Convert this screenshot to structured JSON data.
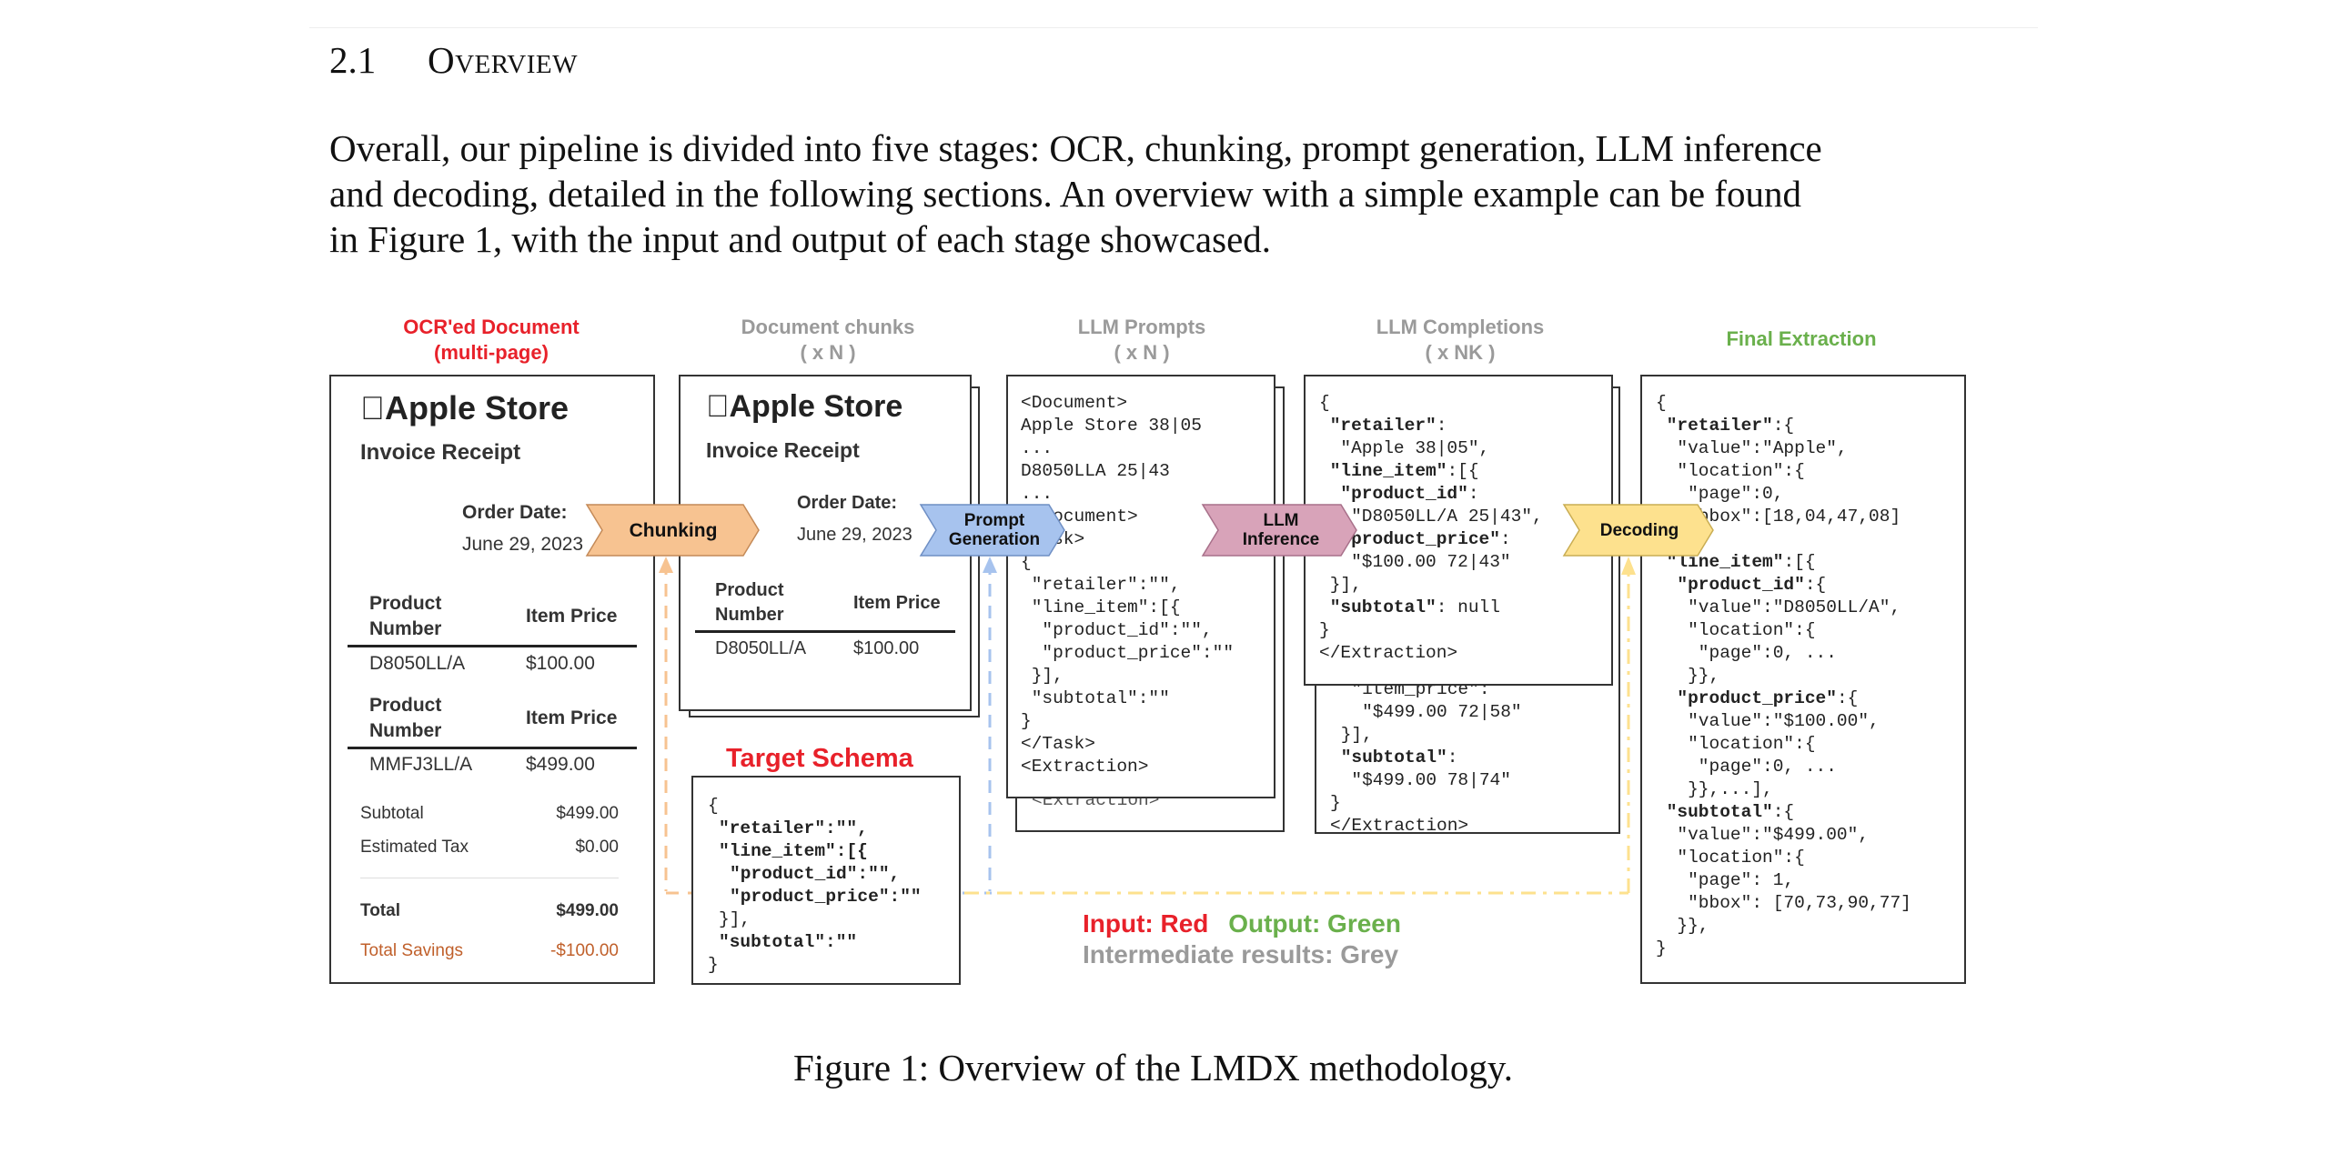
{
  "section": {
    "number": "2.1",
    "title": "Overview"
  },
  "paragraph": [
    "Overall, our pipeline is divided into five stages: OCR, chunking, prompt generation, LLM inference",
    "and decoding, detailed in the following sections. An overview with a simple example can be found",
    "in Figure 1, with the input and output of each stage showcased."
  ],
  "figure": {
    "headers": {
      "ocr_doc": [
        "OCR'ed Document",
        "(multi-page)"
      ],
      "chunks": [
        "Document chunks",
        "( x N )"
      ],
      "prompts": [
        "LLM Prompts",
        "( x N )"
      ],
      "completions": [
        "LLM Completions",
        "( x NK )"
      ],
      "final": "Final Extraction",
      "target_schema": "Target Schema"
    },
    "arrows": {
      "chunking": "Chunking",
      "prompt_gen_1": "Prompt",
      "prompt_gen_2": "Generation",
      "llm_1": "LLM",
      "llm_2": "Inference",
      "decoding": "Decoding"
    },
    "receipt": {
      "logo": "",
      "store": "Apple Store",
      "subtitle": "Invoice Receipt",
      "order_label": "Order Date:",
      "order_date": "June 29, 2023",
      "col_product": [
        "Product",
        "Number"
      ],
      "col_price": "Item Price",
      "item1_id": "D8050LL/A",
      "item1_price": "$100.00",
      "item2_id": "MMFJ3LL/A",
      "item2_price": "$499.00",
      "subtotal_label": "Subtotal",
      "subtotal_value": "$499.00",
      "tax_label": "Estimated Tax",
      "tax_value": "$0.00",
      "total_label": "Total",
      "total_value": "$499.00",
      "savings_label": "Total Savings",
      "savings_value": "-$100.00"
    },
    "schema_lines": [
      "{",
      "\"retailer\":\"\",",
      "\"line_item\":[{",
      "\"product_id\":\"\",",
      "\"product_price\":\"\"",
      "}],",
      "\"subtotal\":\"\"",
      "}"
    ],
    "legend": {
      "input": "Input: Red",
      "output": "Output: Green",
      "intermediate": "Intermediate results: Grey"
    },
    "colors": {
      "input": "#e8212a",
      "output": "#6ab04c",
      "intermediate": "#9a9a9a",
      "chunking_arrow": "#f7c391",
      "prompt_arrow": "#a7c3ee",
      "llm_arrow": "#d8a3b9",
      "decoding_arrow": "#fde18e"
    }
  },
  "caption": "Figure 1: Overview of the LMDX methodology."
}
